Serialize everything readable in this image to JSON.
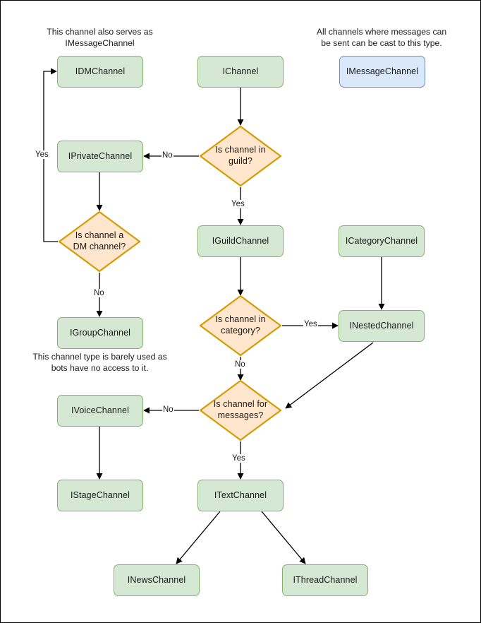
{
  "diagram": {
    "title": "Discord channel interface type decision flowchart",
    "colors": {
      "green_fill": "#d5e8d4",
      "green_stroke": "#82b366",
      "blue_fill": "#dae8fc",
      "blue_stroke": "#6c8ebf",
      "orange_fill": "#ffe6cc",
      "orange_stroke": "#d79b00",
      "edge_stroke": "#000000",
      "text": "#1a1a1a",
      "page_border": "#000000",
      "background": "#ffffff"
    },
    "notes": [
      {
        "id": "note-dm",
        "text": "This channel also serves as\nIMessageChannel"
      },
      {
        "id": "note-message",
        "text": "All channels where messages can\nbe sent can be cast to this type."
      },
      {
        "id": "note-group",
        "text": "This channel type is barely used as\nbots have no access to it."
      }
    ],
    "nodes": [
      {
        "id": "idmchannel",
        "label": "IDMChannel",
        "shape": "box",
        "color": "green"
      },
      {
        "id": "ichannel",
        "label": "IChannel",
        "shape": "box",
        "color": "green"
      },
      {
        "id": "imessagechannel",
        "label": "IMessageChannel",
        "shape": "box",
        "color": "blue"
      },
      {
        "id": "iprivatechannel",
        "label": "IPrivateChannel",
        "shape": "box",
        "color": "green"
      },
      {
        "id": "isguild",
        "label": "Is channel in\nguild?",
        "shape": "diamond",
        "color": "orange"
      },
      {
        "id": "isdm",
        "label": "Is channel a\nDM channel?",
        "shape": "diamond",
        "color": "orange"
      },
      {
        "id": "iguildchannel",
        "label": "IGuildChannel",
        "shape": "box",
        "color": "green"
      },
      {
        "id": "icategorychannel",
        "label": "ICategoryChannel",
        "shape": "box",
        "color": "green"
      },
      {
        "id": "igroupchannel",
        "label": "IGroupChannel",
        "shape": "box",
        "color": "green"
      },
      {
        "id": "iscategory",
        "label": "Is channel in\ncategory?",
        "shape": "diamond",
        "color": "orange"
      },
      {
        "id": "inestedchannel",
        "label": "INestedChannel",
        "shape": "box",
        "color": "green"
      },
      {
        "id": "ismessages",
        "label": "Is channel for\nmessages?",
        "shape": "diamond",
        "color": "orange"
      },
      {
        "id": "ivoicechannel",
        "label": "IVoiceChannel",
        "shape": "box",
        "color": "green"
      },
      {
        "id": "istagechannel",
        "label": "IStageChannel",
        "shape": "box",
        "color": "green"
      },
      {
        "id": "itextchannel",
        "label": "ITextChannel",
        "shape": "box",
        "color": "green"
      },
      {
        "id": "inewschannel",
        "label": "INewsChannel",
        "shape": "box",
        "color": "green"
      },
      {
        "id": "ithreadchannel",
        "label": "IThreadChannel",
        "shape": "box",
        "color": "green"
      }
    ],
    "edge_labels": [
      {
        "id": "label-guild-no",
        "text": "No"
      },
      {
        "id": "label-guild-yes",
        "text": "Yes"
      },
      {
        "id": "label-dm-yes",
        "text": "Yes"
      },
      {
        "id": "label-dm-no",
        "text": "No"
      },
      {
        "id": "label-category-yes",
        "text": "Yes"
      },
      {
        "id": "label-category-no",
        "text": "No"
      },
      {
        "id": "label-messages-no",
        "text": "No"
      },
      {
        "id": "label-messages-yes",
        "text": "Yes"
      }
    ],
    "edges": [
      {
        "from": "ichannel",
        "to": "isguild",
        "label": ""
      },
      {
        "from": "isguild",
        "to": "iprivatechannel",
        "label": "No"
      },
      {
        "from": "isguild",
        "to": "iguildchannel",
        "label": "Yes"
      },
      {
        "from": "iprivatechannel",
        "to": "isdm",
        "label": ""
      },
      {
        "from": "isdm",
        "to": "idmchannel",
        "label": "Yes"
      },
      {
        "from": "isdm",
        "to": "igroupchannel",
        "label": "No"
      },
      {
        "from": "iguildchannel",
        "to": "iscategory",
        "label": ""
      },
      {
        "from": "iscategory",
        "to": "inestedchannel",
        "label": "Yes"
      },
      {
        "from": "iscategory",
        "to": "ismessages",
        "label": "No"
      },
      {
        "from": "icategorychannel",
        "to": "inestedchannel",
        "label": ""
      },
      {
        "from": "inestedchannel",
        "to": "ismessages",
        "label": ""
      },
      {
        "from": "ismessages",
        "to": "ivoicechannel",
        "label": "No"
      },
      {
        "from": "ismessages",
        "to": "itextchannel",
        "label": "Yes"
      },
      {
        "from": "ivoicechannel",
        "to": "istagechannel",
        "label": ""
      },
      {
        "from": "itextchannel",
        "to": "inewschannel",
        "label": ""
      },
      {
        "from": "itextchannel",
        "to": "ithreadchannel",
        "label": ""
      }
    ]
  }
}
